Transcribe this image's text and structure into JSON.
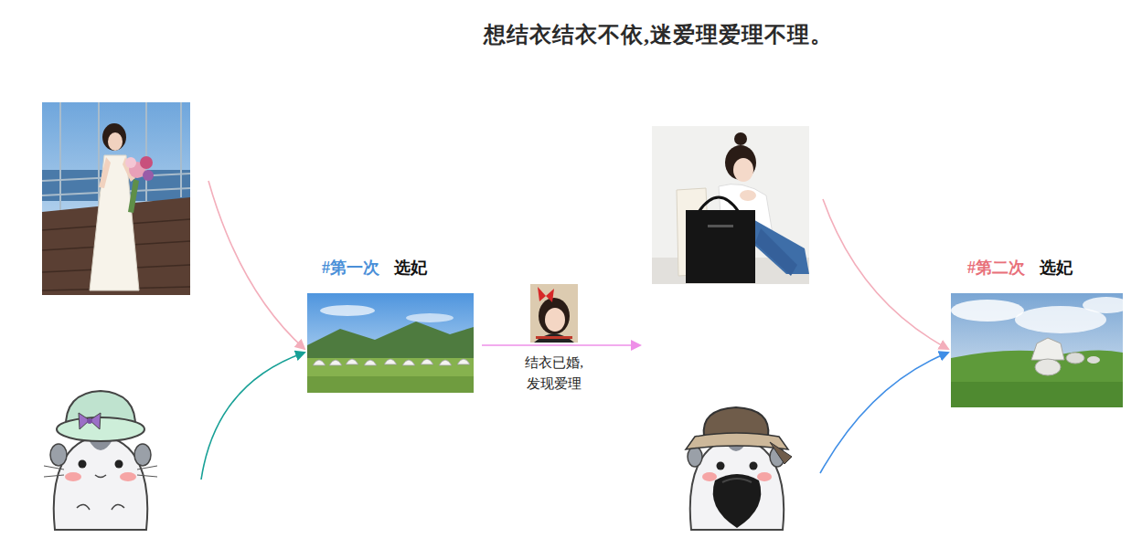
{
  "diagram": {
    "title": "想结衣结衣不依,迷爱理爱理不理。",
    "nodes": [
      {
        "text": [
          "#第一次",
          "选妃"
        ]
      },
      {
        "text": [
          "#第二次",
          "选妃"
        ]
      }
    ],
    "labels": [
      "结衣已婚, 发现爱理"
    ]
  }
}
